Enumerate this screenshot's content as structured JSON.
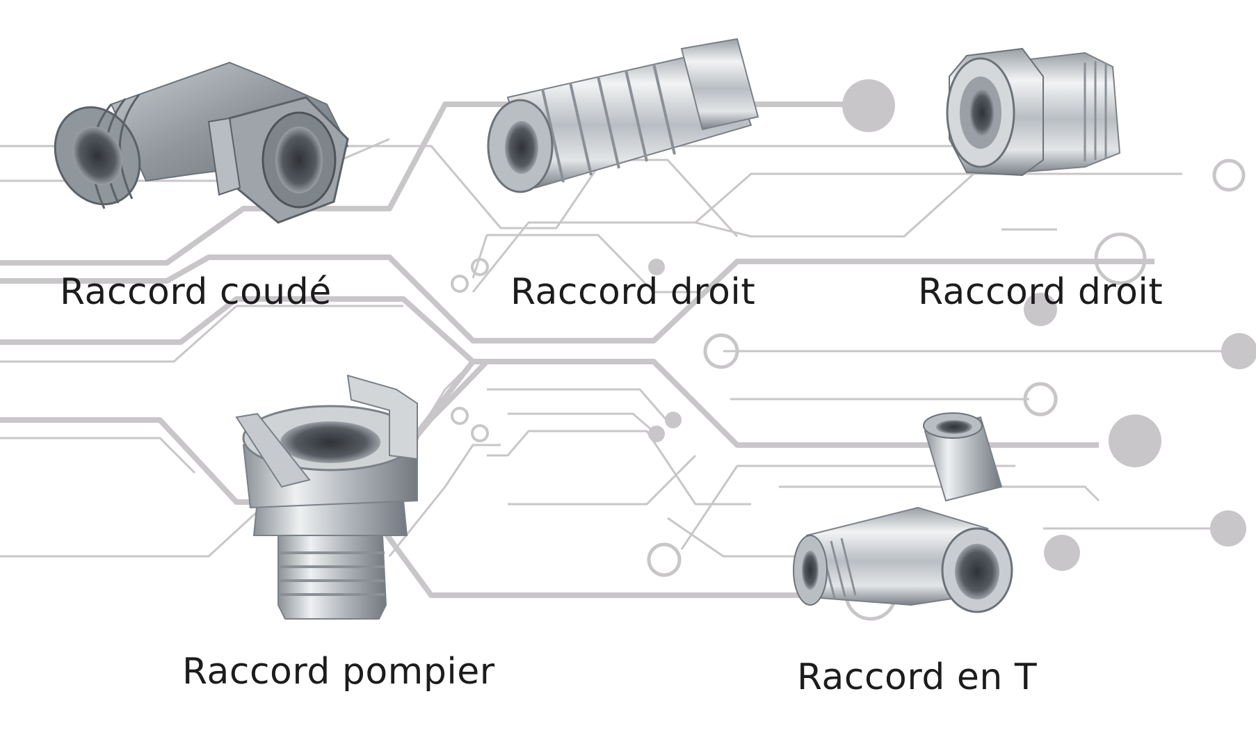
{
  "products": [
    {
      "label": "Raccord coudé",
      "icon": "elbow-fitting-icon"
    },
    {
      "label": "Raccord droit",
      "icon": "quick-coupling-icon"
    },
    {
      "label": "Raccord droit",
      "icon": "compression-fitting-icon"
    },
    {
      "label": "Raccord pompier",
      "icon": "fire-hose-coupling-icon"
    },
    {
      "label": "Raccord en T",
      "icon": "tee-fitting-icon"
    }
  ],
  "colors": {
    "background": "#ffffff",
    "circuit": "#c9c6c9",
    "metal_light": "#f1f2f3",
    "metal_mid": "#aeb3b8",
    "metal_dark": "#5b6168",
    "text": "#1c1c1c"
  }
}
